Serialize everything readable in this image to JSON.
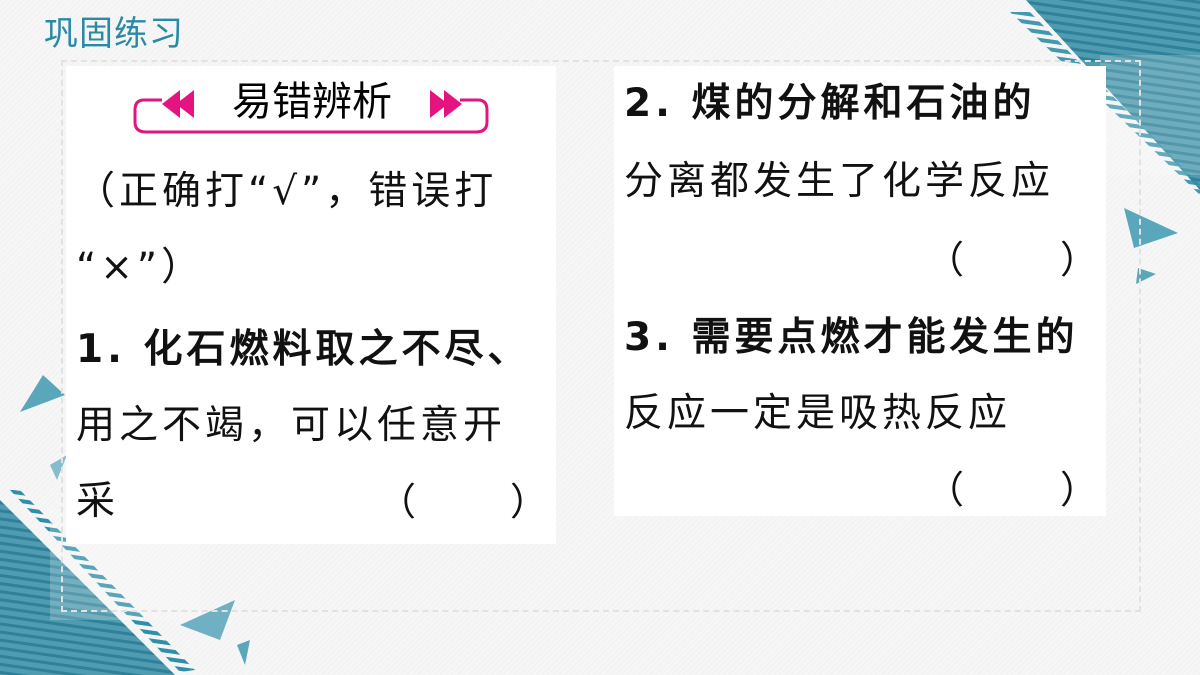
{
  "slide": {
    "title": "巩固练习",
    "colors": {
      "accent": "#2a8aa5",
      "badge": "#e3147f",
      "deco_teal": "#3a8fa6"
    }
  },
  "left_panel": {
    "badge_label": "易错辨析",
    "instruction_line1": "（正确打“√”，错误打",
    "instruction_line2": "“×”）",
    "q1": {
      "line1": "1. 化石燃料取之不尽、",
      "line2": "用之不竭，可以任意开",
      "line3": "采",
      "answer_open": "（",
      "answer_close": "）"
    }
  },
  "right_panel": {
    "q2": {
      "line1": "2.  煤的分解和石油的",
      "line2": "分离都发生了化学反应",
      "answer_open": "（",
      "answer_close": "）"
    },
    "q3": {
      "line1": "3. 需要点燃才能发生的",
      "line2": "反应一定是吸热反应",
      "answer_open": "（",
      "answer_close": "）"
    }
  }
}
